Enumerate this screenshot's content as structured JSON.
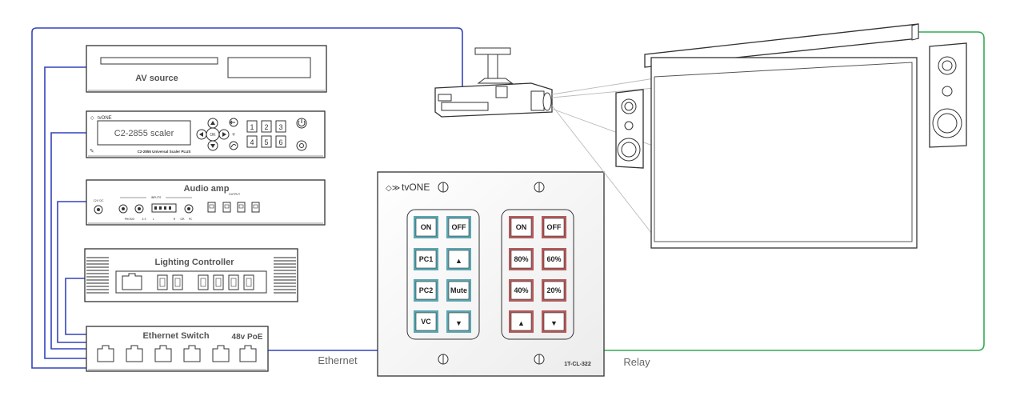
{
  "devices": {
    "av_source": {
      "label": "AV source"
    },
    "scaler": {
      "brand": "tvONE",
      "display_text": "C2-2855 scaler",
      "model_line": "C2-2855 Universal Scaler PLUS",
      "ok_label": "OK",
      "keypad": [
        "1",
        "2",
        "3",
        "4",
        "5",
        "6"
      ]
    },
    "audio_amp": {
      "label": "Audio amp",
      "inputs_label": "INPUTS",
      "output_label": "OUTPUT",
      "power_label": "12V DC",
      "jack_labels": [
        "PHONO",
        "3.5",
        "L",
        "R",
        "GR",
        "PC"
      ]
    },
    "lighting": {
      "label": "Lighting Controller"
    },
    "switch": {
      "label": "Ethernet Switch",
      "poe_label": "48v PoE"
    }
  },
  "links": {
    "ethernet": "Ethernet",
    "relay": "Relay"
  },
  "control_panel": {
    "brand": "tvONE",
    "model": "1T-CL-322",
    "left_buttons": [
      "ON",
      "OFF",
      "PC1",
      "▲",
      "PC2",
      "Mute",
      "VC",
      "▼"
    ],
    "right_buttons": [
      "ON",
      "OFF",
      "80%",
      "60%",
      "40%",
      "20%",
      "▲",
      "▼"
    ]
  },
  "colors": {
    "ethernet_wire": "#3344bb",
    "relay_wire": "#33aa55",
    "left_button_accent": "#5aa6b2",
    "right_button_accent": "#b45a5a"
  }
}
